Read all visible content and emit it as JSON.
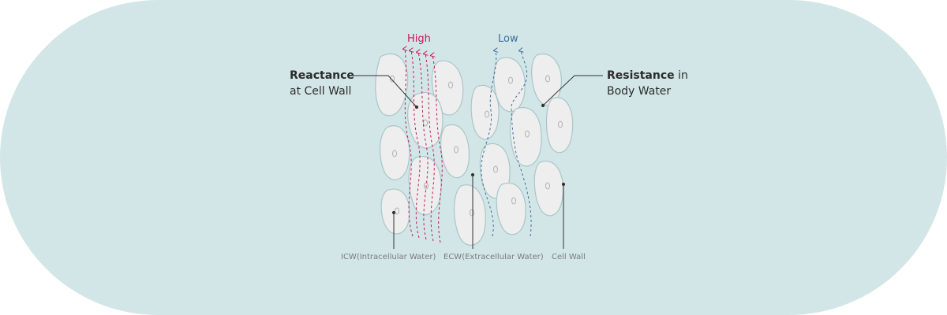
{
  "labels": {
    "high": "High",
    "low": "Low",
    "reactance_bold": "Reactance",
    "reactance_rest": "at Cell Wall",
    "resistance_bold": "Resistance",
    "resistance_in": " in",
    "resistance_rest": "Body Water",
    "icw": "ICW(Intracellular Water)",
    "ecw": "ECW(Extracellular Water)",
    "cell_wall": "Cell Wall"
  },
  "colors": {
    "background": "#d3e6e7",
    "high_flow": "#c2185b",
    "low_flow": "#3a6f9a",
    "cell_fill": "#eeeeee",
    "cell_stroke": "#a8c6c8"
  }
}
